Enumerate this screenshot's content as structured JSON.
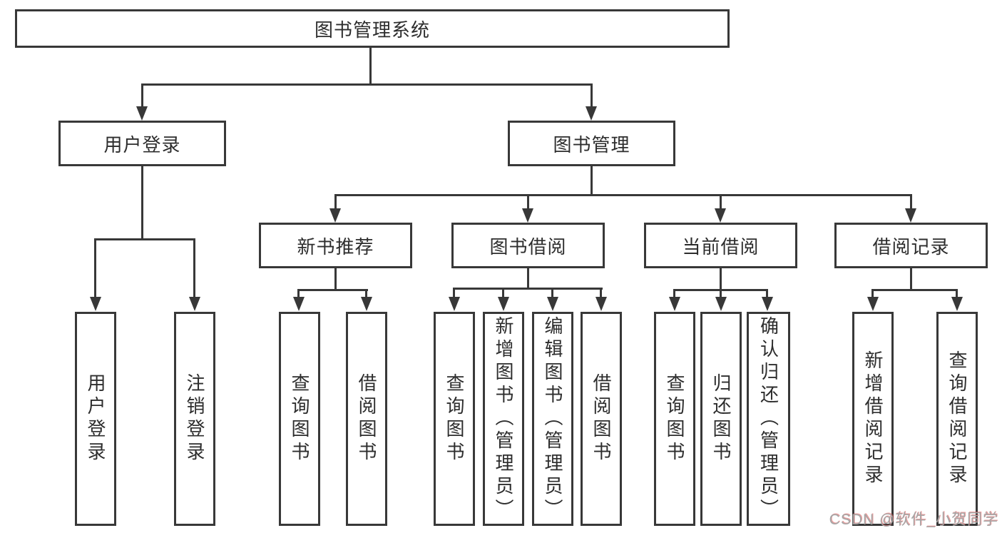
{
  "diagram": {
    "title": "图书管理系统",
    "watermark": "CSDN @软件_小贺同学",
    "colors": {
      "line": "#383838",
      "border": "#383838",
      "text": "#2d2d2d",
      "background": "#ffffff",
      "watermark": "#a6a6a6",
      "watermark_accent": "#d94f4f"
    },
    "nodes": {
      "root": {
        "label": "图书管理系统"
      },
      "user_login": {
        "label": "用户登录"
      },
      "book_management": {
        "label": "图书管理"
      },
      "new_book_recommend": {
        "label": "新书推荐"
      },
      "book_borrowing": {
        "label": "图书借阅"
      },
      "current_borrowing": {
        "label": "当前借阅"
      },
      "borrowing_records": {
        "label": "借阅记录"
      },
      "leaves": {
        "user_login": {
          "label": "用户登录"
        },
        "logout": {
          "label": "注销登录"
        },
        "recommend_query_books": {
          "label": "查询图书"
        },
        "recommend_borrow_books": {
          "label": "借阅图书"
        },
        "borrowing_query_books": {
          "label": "查询图书"
        },
        "borrowing_add_books_admin": {
          "label": "新增图书（管理员）"
        },
        "borrowing_edit_books_admin": {
          "label": "编辑图书（管理员）"
        },
        "borrowing_borrow_books": {
          "label": "借阅图书"
        },
        "current_query_books": {
          "label": "查询图书"
        },
        "current_return_books": {
          "label": "归还图书"
        },
        "current_confirm_return_admin": {
          "label": "确认归还（管理员）"
        },
        "records_add_record": {
          "label": "新增借阅记录"
        },
        "records_query_record": {
          "label": "查询借阅记录"
        }
      }
    },
    "hierarchy": {
      "root": "图书管理系统",
      "children": [
        {
          "label": "用户登录",
          "children": [
            "用户登录",
            "注销登录"
          ]
        },
        {
          "label": "图书管理",
          "children": [
            {
              "label": "新书推荐",
              "children": [
                "查询图书",
                "借阅图书"
              ]
            },
            {
              "label": "图书借阅",
              "children": [
                "查询图书",
                "新增图书（管理员）",
                "编辑图书（管理员）",
                "借阅图书"
              ]
            },
            {
              "label": "当前借阅",
              "children": [
                "查询图书",
                "归还图书",
                "确认归还（管理员）"
              ]
            },
            {
              "label": "借阅记录",
              "children": [
                "新增借阅记录",
                "查询借阅记录"
              ]
            }
          ]
        }
      ]
    }
  }
}
